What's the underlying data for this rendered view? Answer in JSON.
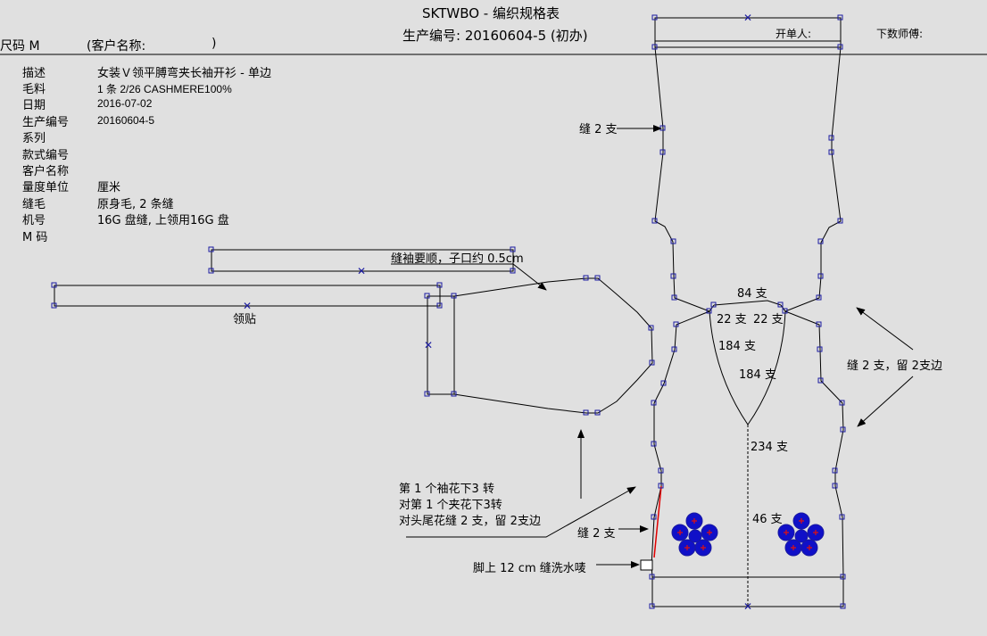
{
  "header": {
    "title": "SKTWBO - 编织规格表",
    "production_no": "生产编号: 20160604-5 (初办)",
    "size": "尺码  M",
    "customer": "(客户名称:",
    "customer_close": ")",
    "opener": "开单人:",
    "knitter": "下数师傅:"
  },
  "info": [
    {
      "label": "描述",
      "value": "女装Ｖ领平膊弯夹长袖开衫 - 单边"
    },
    {
      "label": "毛料",
      "value": "1 条 2/26 CASHMERE100%"
    },
    {
      "label": "日期",
      "value": "2016-07-02"
    },
    {
      "label": "生产编号",
      "value": "20160604-5"
    },
    {
      "label": "系列",
      "value": ""
    },
    {
      "label": "款式编号",
      "value": ""
    },
    {
      "label": "客户名称",
      "value": ""
    },
    {
      "label": "量度单位",
      "value": "厘米"
    },
    {
      "label": "缝毛",
      "value": "原身毛, 2 条缝"
    },
    {
      "label": "机号",
      "value": "16G 盘缝, 上领用16G 盘"
    },
    {
      "label": "M 码",
      "value": ""
    }
  ],
  "annotations": {
    "sleeve_note": "缝袖要顺，子口约 0.5cm",
    "collar_label": "领贴",
    "seam_2_top": "缝 2 支",
    "n84": "84 支",
    "n22_left": "22 支",
    "n22_right": "22 支",
    "n184_a": "184 支",
    "n184_b": "184 支",
    "n234": "234 支",
    "n46": "46 支",
    "seam_keep": "缝 2 支，留 2支边",
    "flower_note_1": "第 1 个袖花下3 转",
    "flower_note_2": "对第 1 个夹花下3转",
    "flower_note_3": "对头尾花缝 2 支，留 2支边",
    "seam_2_bottom": "缝 2 支",
    "hem_note": "脚上 12 cm 缝洗水唛"
  },
  "colors": {
    "line": "#000000",
    "node": "#1a1aa0",
    "flower": "#1010c8",
    "flower_center": "#e01010",
    "red_seam": "#e00000"
  }
}
